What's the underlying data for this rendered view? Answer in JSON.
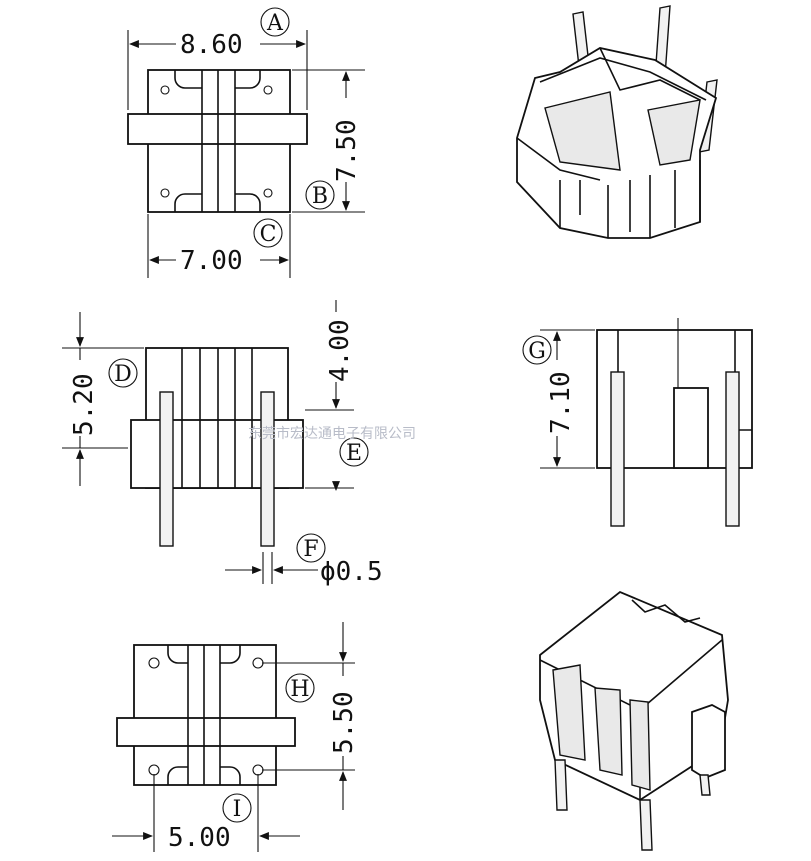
{
  "dimensions": {
    "a_width": "8.60",
    "b_depth": "7.50",
    "c_inner_width": "7.00",
    "d_height": "5.20",
    "e_height": "4.00",
    "f_pin_diameter": "ϕ0.5",
    "g_height": "7.10",
    "h_pin_span": "5.50",
    "i_pin_span": "5.00"
  },
  "labels": {
    "a": "A",
    "b": "B",
    "c": "C",
    "d": "D",
    "e": "E",
    "f": "F",
    "g": "G",
    "h": "H",
    "i": "I"
  },
  "watermark": "东莞市宏达通电子有限公司"
}
